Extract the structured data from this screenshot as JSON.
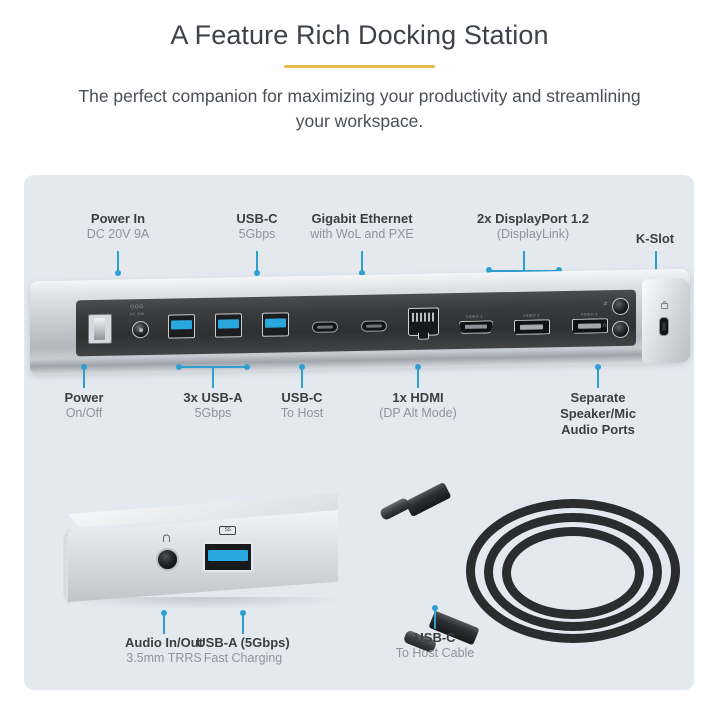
{
  "header": {
    "title": "A Feature Rich Docking Station",
    "subtitle": "The perfect companion for maximizing your productivity and streamlining your workspace.",
    "accent_color": "#e9b94c"
  },
  "theme": {
    "panel_background": "#e3e9ef",
    "leader_color": "#2f9fd0",
    "primary_text": "#3a3f45",
    "secondary_text": "#8d949b",
    "usb_blue": "#29a8e0"
  },
  "callouts": {
    "top": [
      {
        "primary": "Power In",
        "secondary": "DC 20V 9A"
      },
      {
        "primary": "USB-C",
        "secondary": "5Gbps"
      },
      {
        "primary": "Gigabit Ethernet",
        "secondary": "with WoL and PXE"
      },
      {
        "primary": "2x DisplayPort 1.2",
        "secondary": "(DisplayLink)"
      },
      {
        "primary": "K-Slot",
        "secondary": ""
      }
    ],
    "bottom": [
      {
        "primary": "Power",
        "secondary": "On/Off"
      },
      {
        "primary": "3x USB-A",
        "secondary": "5Gbps"
      },
      {
        "primary": "USB-C",
        "secondary": "To Host"
      },
      {
        "primary": "1x HDMI",
        "secondary": "(DP Alt Mode)"
      },
      {
        "primary": "Separate",
        "secondary": "Speaker/Mic",
        "tertiary": "Audio Ports"
      }
    ],
    "lower": [
      {
        "primary": "Audio In/Out",
        "secondary": "3.5mm TRRS"
      },
      {
        "primary": "USB-A (5Gbps)",
        "secondary": "Fast Charging"
      },
      {
        "primary": "USB-C",
        "secondary": "To Host Cable"
      }
    ]
  },
  "device": {
    "rear_port_tags": [
      "VIDEO 1",
      "VIDEO 2",
      "VIDEO 3"
    ],
    "dc_tag": "DC 20V",
    "mic_glyph": "☷",
    "headphone_glyph": "∩",
    "front_headset_glyph": "∩",
    "front_charge_label": "SS"
  }
}
